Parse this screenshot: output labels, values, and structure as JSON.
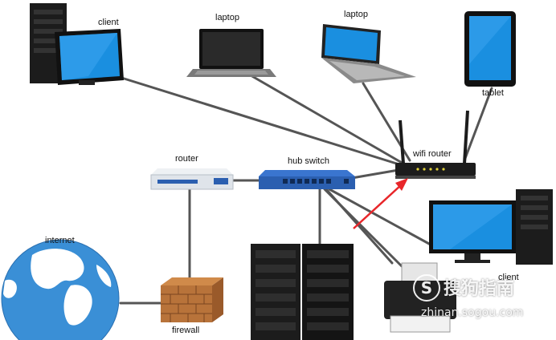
{
  "diagram": {
    "labels": {
      "client_top": "client",
      "laptop_left": "laptop",
      "laptop_right": "laptop",
      "tablet": "tablet",
      "wifi_router": "wifi router",
      "router": "router",
      "hub_switch": "hub switch",
      "internet": "internet",
      "firewall": "firewall",
      "client_right": "client"
    },
    "colors": {
      "cable": "#555555",
      "arrow": "#e8262a",
      "screen": "#1a8fe0",
      "globe_ocean": "#3a8fd6",
      "globe_land": "#ffffff",
      "device_dark": "#1c1c1c",
      "switch_body": "#2b5fb0",
      "router_body": "#dfe4ea",
      "brick": "#b8733a"
    },
    "icons": [
      "desktop-tower-icon",
      "monitor-icon",
      "laptop-icon",
      "tablet-icon",
      "wifi-router-icon",
      "router-icon",
      "hub-switch-icon",
      "globe-icon",
      "firewall-icon",
      "server-rack-icon",
      "printer-icon"
    ]
  },
  "watermark": {
    "logo_letter": "S",
    "brand": "搜狗指南",
    "url": "zhinan.sogou.com"
  }
}
